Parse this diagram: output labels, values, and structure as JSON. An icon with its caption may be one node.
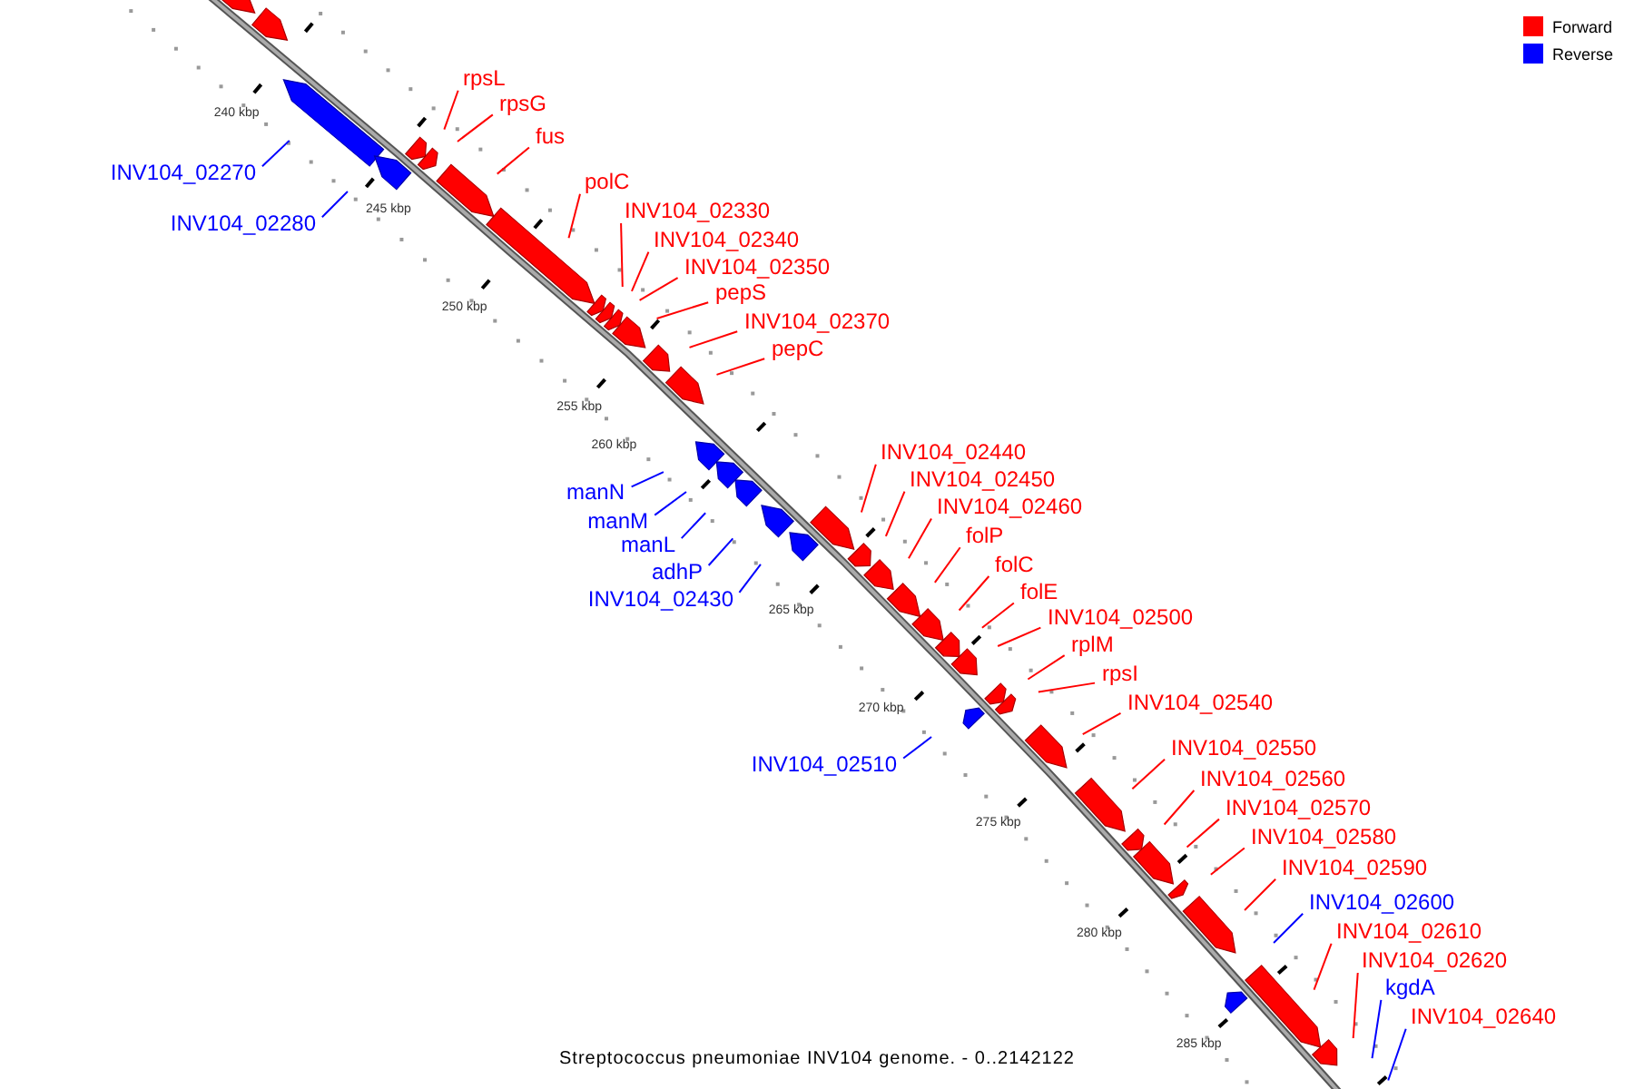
{
  "diagram": {
    "caption": "Streptococcus pneumoniae INV104 genome. - 0..2142122",
    "nodes": [
      {
        "text": [
          "INV104_02270"
        ]
      },
      {
        "text": [
          "INV104_02280"
        ]
      },
      {
        "text": [
          "rpsL"
        ]
      },
      {
        "text": [
          "rpsG"
        ]
      },
      {
        "text": [
          "fus"
        ]
      },
      {
        "text": [
          "polC"
        ]
      },
      {
        "text": [
          "INV104_02330"
        ]
      },
      {
        "text": [
          "INV104_02340"
        ]
      },
      {
        "text": [
          "INV104_02350"
        ]
      },
      {
        "text": [
          "pepS"
        ]
      },
      {
        "text": [
          "INV104_02370"
        ]
      },
      {
        "text": [
          "pepC"
        ]
      },
      {
        "text": [
          "manN"
        ]
      },
      {
        "text": [
          "manM"
        ]
      },
      {
        "text": [
          "manL"
        ]
      },
      {
        "text": [
          "adhP"
        ]
      },
      {
        "text": [
          "INV104_02430"
        ]
      },
      {
        "text": [
          "INV104_02440"
        ]
      },
      {
        "text": [
          "INV104_02450"
        ]
      },
      {
        "text": [
          "INV104_02460"
        ]
      },
      {
        "text": [
          "folP"
        ]
      },
      {
        "text": [
          "folC"
        ]
      },
      {
        "text": [
          "folE"
        ]
      },
      {
        "text": [
          "INV104_02500"
        ]
      },
      {
        "text": [
          "INV104_02510"
        ]
      },
      {
        "text": [
          "rplM"
        ]
      },
      {
        "text": [
          "rpsI"
        ]
      },
      {
        "text": [
          "INV104_02540"
        ]
      },
      {
        "text": [
          "INV104_02550"
        ]
      },
      {
        "text": [
          "INV104_02560"
        ]
      },
      {
        "text": [
          "INV104_02570"
        ]
      },
      {
        "text": [
          "INV104_02580"
        ]
      },
      {
        "text": [
          "INV104_02590"
        ]
      },
      {
        "text": [
          "INV104_02600"
        ]
      },
      {
        "text": [
          "INV104_02610"
        ]
      },
      {
        "text": [
          "INV104_02620"
        ]
      },
      {
        "text": [
          "kgdA"
        ]
      },
      {
        "text": [
          "INV104_02640"
        ]
      }
    ],
    "edges": [
      {
        "from": 0,
        "to": null,
        "arrow": "none",
        "color": "#0000ff"
      },
      {
        "from": 1,
        "to": null,
        "arrow": "none",
        "color": "#0000ff"
      },
      {
        "from": 2,
        "to": null,
        "arrow": "none"
      },
      {
        "from": 3,
        "to": null,
        "arrow": "none"
      },
      {
        "from": 4,
        "to": null,
        "arrow": "none"
      },
      {
        "from": 5,
        "to": null,
        "arrow": "none"
      },
      {
        "from": 6,
        "to": null,
        "arrow": "none"
      },
      {
        "from": 7,
        "to": null,
        "arrow": "none"
      },
      {
        "from": 8,
        "to": null,
        "arrow": "none"
      },
      {
        "from": 9,
        "to": null,
        "arrow": "none"
      },
      {
        "from": 10,
        "to": null,
        "arrow": "none"
      },
      {
        "from": 11,
        "to": null,
        "arrow": "none"
      },
      {
        "from": 12,
        "to": null,
        "arrow": "none",
        "color": "#0000ff"
      },
      {
        "from": 13,
        "to": null,
        "arrow": "none",
        "color": "#0000ff"
      },
      {
        "from": 14,
        "to": null,
        "arrow": "none",
        "color": "#0000ff"
      },
      {
        "from": 15,
        "to": null,
        "arrow": "none",
        "color": "#0000ff"
      },
      {
        "from": 16,
        "to": null,
        "arrow": "none",
        "color": "#0000ff"
      },
      {
        "from": 17,
        "to": null,
        "arrow": "none"
      },
      {
        "from": 18,
        "to": null,
        "arrow": "none"
      },
      {
        "from": 19,
        "to": null,
        "arrow": "none"
      },
      {
        "from": 20,
        "to": null,
        "arrow": "none"
      },
      {
        "from": 21,
        "to": null,
        "arrow": "none"
      },
      {
        "from": 22,
        "to": null,
        "arrow": "none"
      },
      {
        "from": 23,
        "to": null,
        "arrow": "none"
      },
      {
        "from": 24,
        "to": null,
        "arrow": "none",
        "color": "#0000ff"
      },
      {
        "from": 25,
        "to": null,
        "arrow": "none"
      },
      {
        "from": 26,
        "to": null,
        "arrow": "none"
      },
      {
        "from": 27,
        "to": null,
        "arrow": "none"
      },
      {
        "from": 28,
        "to": null,
        "arrow": "none"
      },
      {
        "from": 29,
        "to": null,
        "arrow": "none"
      },
      {
        "from": 30,
        "to": null,
        "arrow": "none"
      },
      {
        "from": 31,
        "to": null,
        "arrow": "none"
      },
      {
        "from": 32,
        "to": null,
        "arrow": "none"
      },
      {
        "from": 33,
        "to": null,
        "arrow": "none",
        "color": "#0000ff"
      },
      {
        "from": 34,
        "to": null,
        "arrow": "none"
      },
      {
        "from": 35,
        "to": null,
        "arrow": "none"
      },
      {
        "from": 36,
        "to": null,
        "arrow": "none",
        "color": "#0000ff"
      },
      {
        "from": 37,
        "to": null,
        "arrow": "none",
        "color": "#0000ff"
      }
    ],
    "labels": [
      "240 kbp",
      "245 kbp",
      "250 kbp",
      "255 kbp",
      "260 kbp",
      "265 kbp",
      "270 kbp",
      "275 kbp",
      "280 kbp",
      "285 kbp"
    ],
    "legend": [
      {
        "text": "Forward",
        "color": "#ff0000"
      },
      {
        "text": "Reverse",
        "color": "#0000ff"
      }
    ]
  }
}
